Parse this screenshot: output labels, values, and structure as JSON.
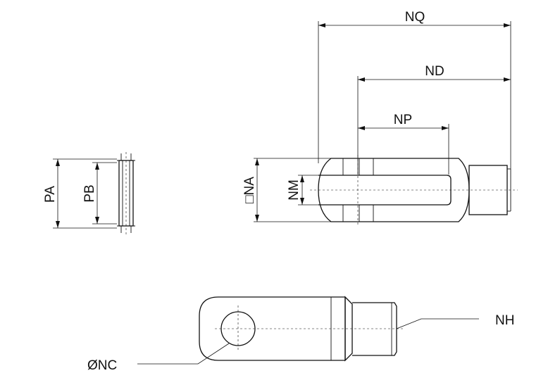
{
  "labels": {
    "nq": "NQ",
    "nd": "ND",
    "np": "NP",
    "na": "□NA",
    "nm": "NM",
    "pa": "PA",
    "pb": "PB",
    "nh": "NH",
    "nc": "ØNC"
  }
}
